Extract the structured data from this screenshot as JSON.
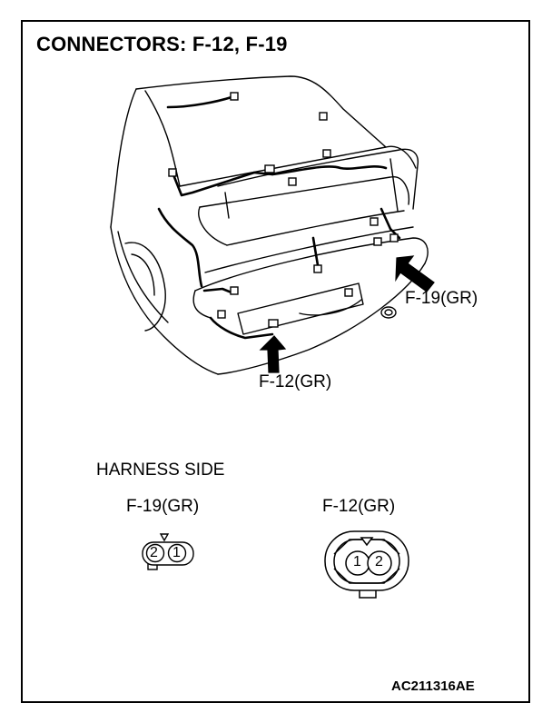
{
  "title": "CONNECTORS: F-12, F-19",
  "callouts": {
    "f19": "F-19(GR)",
    "f12": "F-12(GR)"
  },
  "harness_side": "HARNESS SIDE",
  "connectors": [
    {
      "label": "F-19(GR)",
      "pins": [
        "2",
        "1"
      ]
    },
    {
      "label": "F-12(GR)",
      "pins": [
        "1",
        "2"
      ]
    }
  ],
  "figure_code": "AC211316AE"
}
